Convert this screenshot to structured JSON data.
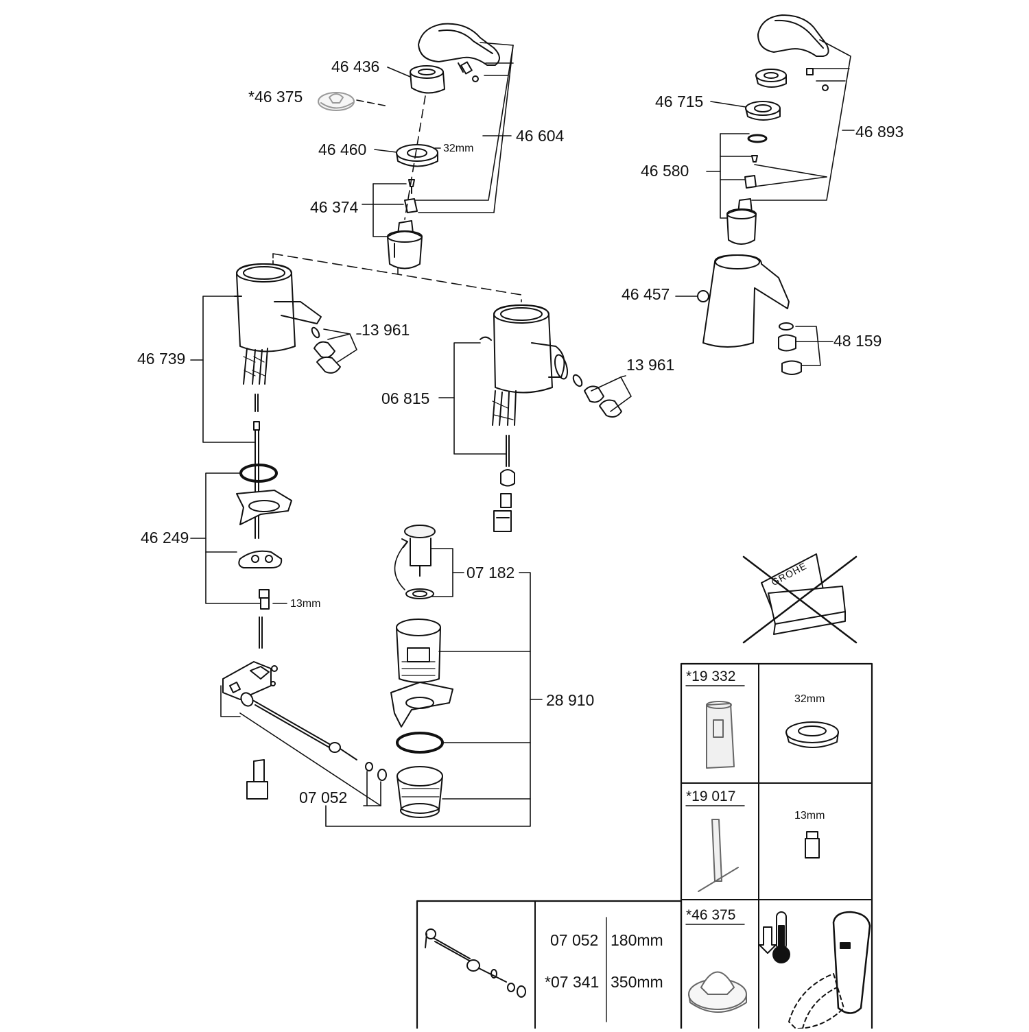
{
  "parts": {
    "p46436": "46 436",
    "p46375": "*46 375",
    "p46460": "46 460",
    "p46460_size": "32mm",
    "p46604": "46 604",
    "p46374": "46 374",
    "p46739": "46 739",
    "p13961_a": "13 961",
    "p13961_b": "13 961",
    "p06815": "06 815",
    "p46249": "46 249",
    "p46249_size": "13mm",
    "p07182": "07 182",
    "p28910": "28 910",
    "p07052": "07 052",
    "p46715": "46 715",
    "p46893": "46 893",
    "p46580": "46 580",
    "p46457": "46 457",
    "p48159": "48 159"
  },
  "brand": "GROHE",
  "tools": {
    "t19332": "*19 332",
    "t19332_size": "32mm",
    "t19017": "*19 017",
    "t19017_size": "13mm",
    "t46375": "*46 375"
  },
  "rod_table": {
    "rows": [
      {
        "code": "07 052",
        "length": "180mm"
      },
      {
        "code": "*07 341",
        "length": "350mm"
      }
    ]
  }
}
